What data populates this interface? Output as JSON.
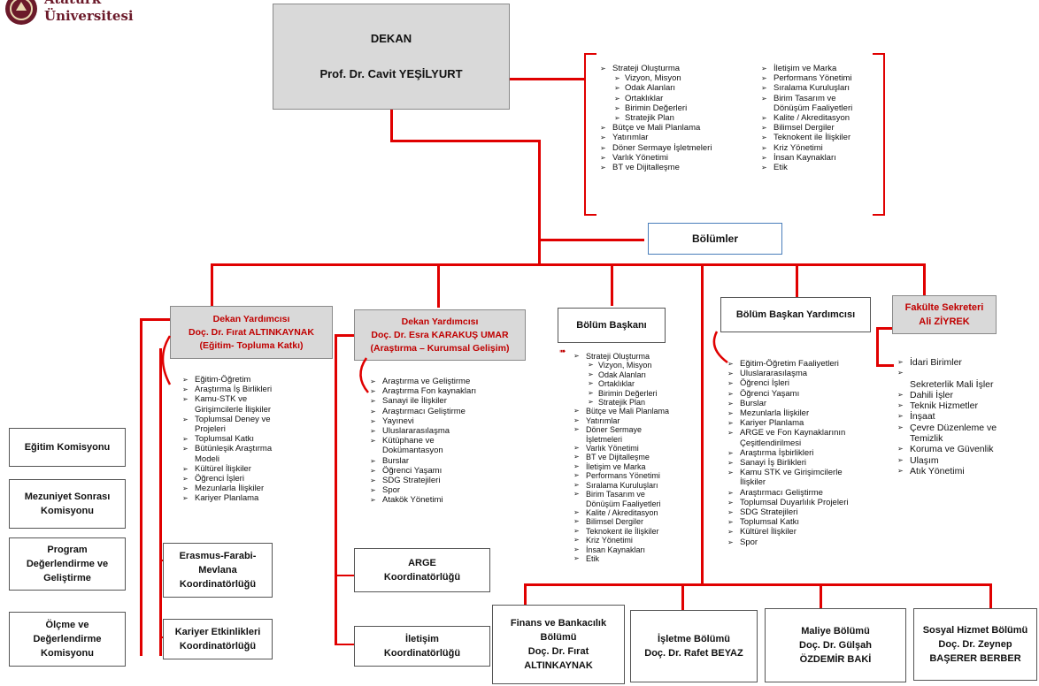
{
  "logo": {
    "line1": "Atatürk",
    "line2": "Üniversitesi"
  },
  "dekan": {
    "title": "DEKAN",
    "name": "Prof. Dr. Cavit YEŞİLYURT"
  },
  "dekan_list_left": [
    {
      "t": "Strateji Oluşturma",
      "lvl": 1
    },
    {
      "t": "Vizyon, Misyon",
      "lvl": 2
    },
    {
      "t": "Odak Alanları",
      "lvl": 2
    },
    {
      "t": "Ortaklıklar",
      "lvl": 2
    },
    {
      "t": "Birimin Değerleri",
      "lvl": 2
    },
    {
      "t": "Stratejik Plan",
      "lvl": 2
    },
    {
      "t": "Bütçe ve Mali Planlama",
      "lvl": 1
    },
    {
      "t": "Yatırımlar",
      "lvl": 1
    },
    {
      "t": "Döner Sermaye İşletmeleri",
      "lvl": 1
    },
    {
      "t": "Varlık Yönetimi",
      "lvl": 1
    },
    {
      "t": "BT ve Dijitalleşme",
      "lvl": 1
    }
  ],
  "dekan_list_right": [
    {
      "t": "İletişim ve Marka",
      "lvl": 1
    },
    {
      "t": "Performans Yönetimi",
      "lvl": 1
    },
    {
      "t": "Sıralama Kuruluşları",
      "lvl": 1
    },
    {
      "t": "Birim Tasarım ve",
      "lvl": 1
    },
    {
      "t": "Dönüşüm Faaliyetleri",
      "lvl": 0
    },
    {
      "t": "Kalite / Akreditasyon",
      "lvl": 1
    },
    {
      "t": "Bilimsel Dergiler",
      "lvl": 1
    },
    {
      "t": "Teknokent ile İlişkiler",
      "lvl": 1
    },
    {
      "t": "Kriz Yönetimi",
      "lvl": 1
    },
    {
      "t": "İnsan Kaynakları",
      "lvl": 1
    },
    {
      "t": "Etik",
      "lvl": 1
    }
  ],
  "bolumler": "Bölümler",
  "dy1": {
    "title": "Dekan Yardımcısı",
    "name": "Doç. Dr. Fırat ALTINKAYNAK",
    "area": "(Eğitim- Topluma Katkı)"
  },
  "dy1_list": [
    {
      "t": "Eğitim-Öğretim",
      "lvl": 1
    },
    {
      "t": "Araştırma İş Birlikleri",
      "lvl": 1
    },
    {
      "t": "Kamu-STK ve",
      "lvl": 1
    },
    {
      "t": "Girişimcilerle İlişkiler",
      "lvl": 0
    },
    {
      "t": "Toplumsal Deney ve",
      "lvl": 1
    },
    {
      "t": "Projeleri",
      "lvl": 0
    },
    {
      "t": "Toplumsal Katkı",
      "lvl": 1
    },
    {
      "t": "Bütünleşik Araştırma",
      "lvl": 1
    },
    {
      "t": "Modeli",
      "lvl": 0
    },
    {
      "t": "Kültürel İlişkiler",
      "lvl": 1
    },
    {
      "t": "Öğrenci İşleri",
      "lvl": 1
    },
    {
      "t": "Mezunlarla İlişkiler",
      "lvl": 1
    },
    {
      "t": "Kariyer Planlama",
      "lvl": 1
    }
  ],
  "dy2": {
    "title": "Dekan Yardımcısı",
    "name": "Doç. Dr. Esra KARAKUŞ UMAR",
    "area": "(Araştırma – Kurumsal Gelişim)"
  },
  "dy2_list": [
    {
      "t": "Araştırma ve Geliştirme",
      "lvl": 1
    },
    {
      "t": "Araştırma Fon kaynakları",
      "lvl": 1
    },
    {
      "t": "Sanayi ile İlişkiler",
      "lvl": 1
    },
    {
      "t": "Araştırmacı Geliştirme",
      "lvl": 1
    },
    {
      "t": "Yayınevi",
      "lvl": 1
    },
    {
      "t": "Uluslararasılaşma",
      "lvl": 1
    },
    {
      "t": "Kütüphane ve",
      "lvl": 1
    },
    {
      "t": "Dokümantasyon",
      "lvl": 0
    },
    {
      "t": "Burslar",
      "lvl": 1
    },
    {
      "t": "Öğrenci Yaşamı",
      "lvl": 1
    },
    {
      "t": "SDG Stratejileri",
      "lvl": 1
    },
    {
      "t": "Spor",
      "lvl": 1
    },
    {
      "t": "Atakök Yönetimi",
      "lvl": 1
    }
  ],
  "bb": {
    "title": "Bölüm Başkanı"
  },
  "bb_list": [
    {
      "t": "Strateji Oluşturma",
      "lvl": 1
    },
    {
      "t": "Vizyon, Misyon",
      "lvl": 2
    },
    {
      "t": "Odak Alanları",
      "lvl": 2
    },
    {
      "t": "Ortaklıklar",
      "lvl": 2
    },
    {
      "t": "Birimin Değerleri",
      "lvl": 2
    },
    {
      "t": "Stratejik Plan",
      "lvl": 2
    },
    {
      "t": "Bütçe ve Mali Planlama",
      "lvl": 1
    },
    {
      "t": "Yatırımlar",
      "lvl": 1
    },
    {
      "t": "Döner Sermaye",
      "lvl": 1
    },
    {
      "t": "İşletmeleri",
      "lvl": 0
    },
    {
      "t": "Varlık Yönetimi",
      "lvl": 1
    },
    {
      "t": "BT ve Dijitalleşme",
      "lvl": 1
    },
    {
      "t": "İletişim ve Marka",
      "lvl": 1
    },
    {
      "t": "Performans Yönetimi",
      "lvl": 1
    },
    {
      "t": "Sıralama Kuruluşları",
      "lvl": 1
    },
    {
      "t": "Birim Tasarım ve",
      "lvl": 1
    },
    {
      "t": "Dönüşüm Faaliyetleri",
      "lvl": 0
    },
    {
      "t": "Kalite / Akreditasyon",
      "lvl": 1
    },
    {
      "t": "Bilimsel Dergiler",
      "lvl": 1
    },
    {
      "t": "Teknokent ile İlişkiler",
      "lvl": 1
    },
    {
      "t": "Kriz Yönetimi",
      "lvl": 1
    },
    {
      "t": "İnsan Kaynakları",
      "lvl": 1
    },
    {
      "t": "Etik",
      "lvl": 1
    }
  ],
  "bby": {
    "title": "Bölüm Başkan Yardımcısı"
  },
  "bby_list": [
    {
      "t": "Eğitim-Öğretim Faaliyetleri",
      "lvl": 1
    },
    {
      "t": "Uluslararasılaşma",
      "lvl": 1
    },
    {
      "t": "Öğrenci İşleri",
      "lvl": 1
    },
    {
      "t": "Öğrenci Yaşamı",
      "lvl": 1
    },
    {
      "t": "Burslar",
      "lvl": 1
    },
    {
      "t": "Mezunlarla İlişkiler",
      "lvl": 1
    },
    {
      "t": "Kariyer Planlama",
      "lvl": 1
    },
    {
      "t": "ARGE ve Fon Kaynaklarının",
      "lvl": 1
    },
    {
      "t": "Çeşitlendirilmesi",
      "lvl": 0
    },
    {
      "t": "Araştırma İşbirlikleri",
      "lvl": 1
    },
    {
      "t": "Sanayi İş Birlikleri",
      "lvl": 1
    },
    {
      "t": "Kamu STK ve Girişimcilerle",
      "lvl": 1
    },
    {
      "t": "İlişkiler",
      "lvl": 0
    },
    {
      "t": "Araştırmacı Geliştirme",
      "lvl": 1
    },
    {
      "t": "Toplumsal Duyarlılık Projeleri",
      "lvl": 1
    },
    {
      "t": "SDG Stratejileri",
      "lvl": 1
    },
    {
      "t": "Toplumsal Katkı",
      "lvl": 1
    },
    {
      "t": "Kültürel İlişkiler",
      "lvl": 1
    },
    {
      "t": "Spor",
      "lvl": 1
    }
  ],
  "fs": {
    "title": "Fakülte Sekreteri",
    "name": "Ali ZİYREK"
  },
  "fs_list": [
    {
      "t": "İdari Birimler",
      "lvl": 1
    },
    {
      "t": "",
      "lvl": 1
    },
    {
      "t": "Sekreterlik Mali İşler",
      "lvl": 0
    },
    {
      "t": "Dahili İşler",
      "lvl": 1
    },
    {
      "t": "Teknik Hizmetler",
      "lvl": 1
    },
    {
      "t": "İnşaat",
      "lvl": 1
    },
    {
      "t": "Çevre Düzenleme ve",
      "lvl": 1
    },
    {
      "t": "Temizlik",
      "lvl": 0
    },
    {
      "t": "Koruma ve Güvenlik",
      "lvl": 1
    },
    {
      "t": "Ulaşım",
      "lvl": 1
    },
    {
      "t": "Atık Yönetimi",
      "lvl": 1
    }
  ],
  "komisyonlar": [
    {
      "l1": "Eğitim Komisyonu",
      "l2": ""
    },
    {
      "l1": "Mezuniyet Sonrası",
      "l2": "Komisyonu"
    },
    {
      "l1": "Program",
      "l2": "Değerlendirme ve",
      "l3": "Geliştirme"
    },
    {
      "l1": "Ölçme ve",
      "l2": "Değerlendirme",
      "l3": "Komisyonu"
    }
  ],
  "koord_left": [
    {
      "l1": "Erasmus-Farabi-",
      "l2": "Mevlana",
      "l3": "Koordinatörlüğü"
    },
    {
      "l1": "Kariyer Etkinlikleri",
      "l2": "Koordinatörlüğü",
      "l3": ""
    }
  ],
  "koord_mid": [
    {
      "l1": "ARGE",
      "l2": "Koordinatörlüğü"
    },
    {
      "l1": "İletişim",
      "l2": "Koordinatörlüğü"
    }
  ],
  "departments": [
    {
      "l1": "Finans ve Bankacılık",
      "l2": "Bölümü",
      "l3": "Doç. Dr. Fırat",
      "l4": "ALTINKAYNAK"
    },
    {
      "l1": "İşletme Bölümü",
      "l2": "Doç. Dr. Rafet BEYAZ",
      "l3": "",
      "l4": ""
    },
    {
      "l1": "Maliye Bölümü",
      "l2": "Doç. Dr. Gülşah",
      "l3": "ÖZDEMİR BAKİ",
      "l4": ""
    },
    {
      "l1": "Sosyal Hizmet Bölümü",
      "l2": "Doç. Dr. Zeynep",
      "l3": "BAŞERER BERBER",
      "l4": ""
    }
  ],
  "colors": {
    "accent_red": "#e00000",
    "title_red": "#c00000",
    "dekan_fill": "#d9d9d9"
  }
}
